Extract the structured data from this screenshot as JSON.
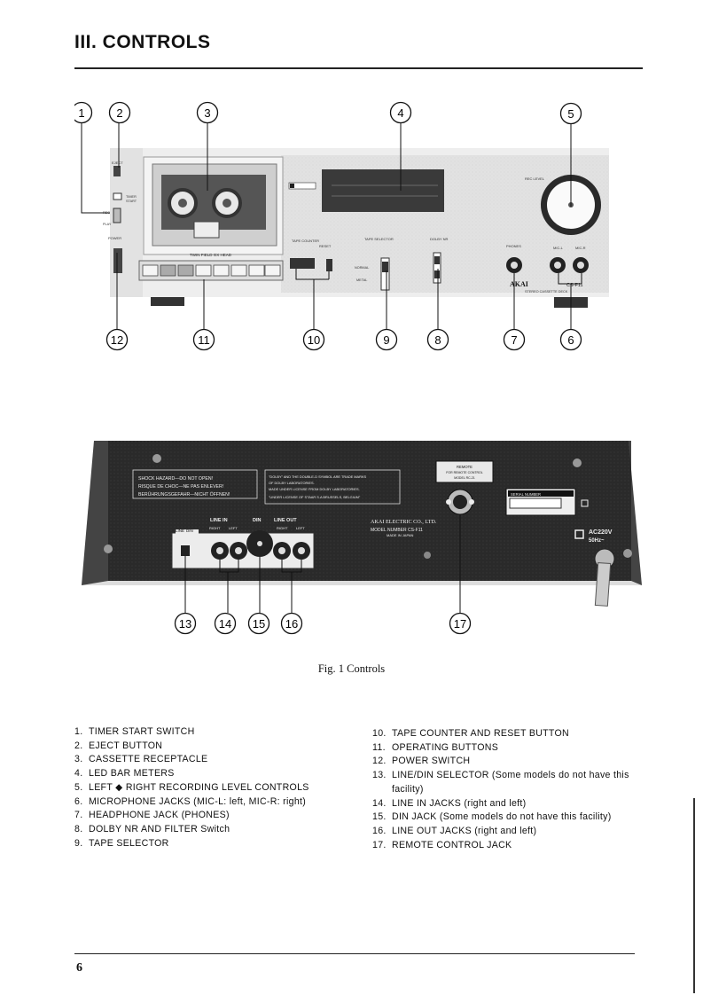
{
  "header": {
    "title": "III. CONTROLS"
  },
  "figure": {
    "caption": "Fig. 1 Controls",
    "front_callouts": [
      "1",
      "2",
      "3",
      "4",
      "5",
      "12",
      "11",
      "10",
      "9",
      "8",
      "7",
      "6"
    ],
    "rear_callouts": [
      "13",
      "14",
      "15",
      "16",
      "17"
    ],
    "front_panel": {
      "eject": "EJECT",
      "timer": "TIMER\nSTART",
      "rec": "REC",
      "play": "PLAY",
      "power": "POWER",
      "twin_field": "TWIN FIELD GX HEAD",
      "tape_counter": "TAPE COUNTER",
      "reset": "RESET",
      "tape_selector": "TAPE SELECTOR",
      "normal": "NORMAL",
      "metal": "METAL",
      "dolby_nr": "DOLBY NR",
      "phones": "PHONES",
      "mic_l": "MIC-L",
      "mic_r": "MIC-R",
      "rec_level": "REC LEVEL",
      "brand": "AKAI",
      "model": "CS-F11",
      "deck_desc": "STEREO CASSETTE DECK"
    },
    "rear_panel": {
      "warning_1": "SHOCK HAZARD—DO NOT OPEN!",
      "warning_2": "RISQUE DE CHOC—NE PAS ENLEVER!",
      "warning_3": "BERÜHRUNGSGEFAHR—NICHT ÖFFNEN!",
      "dolby_1": "\"DOLBY\" AND THE DOUBLE-D SYMBOL ARE TRADE MARKS",
      "dolby_2": "OF DOLBY LABORATORIES.",
      "dolby_3": "MADE UNDER LICENSE FROM DOLBY LABORATORIES.",
      "dolby_4": "\"UNDER LICENSE OF STAAR S.A BRUSSELS, BELGIUM\"",
      "remote_1": "REMOTE",
      "remote_2": "FOR REMOTE CONTROL",
      "remote_3": "MODEL RC-21",
      "serial": "SERIAL NUMBER",
      "maker": "AKAI ELECTRIC CO., LTD.",
      "model_number": "MODEL NUMBER CS-F11",
      "made_in": "MADE IN JAPAN",
      "line": "LINE",
      "din": "DIN",
      "line_in": "LINE IN",
      "din_label": "DIN",
      "line_out": "LINE OUT",
      "right": "RIGHT",
      "left": "LEFT",
      "power": "AC220V",
      "freq": "50Hz~"
    }
  },
  "list_left": [
    {
      "num": "1.",
      "text": "TIMER START SWITCH"
    },
    {
      "num": "2.",
      "text": "EJECT BUTTON"
    },
    {
      "num": "3.",
      "text": "CASSETTE RECEPTACLE"
    },
    {
      "num": "4.",
      "text": "LED BAR METERS"
    },
    {
      "num": "5.",
      "text": "LEFT ◆ RIGHT RECORDING LEVEL CONTROLS"
    },
    {
      "num": "6.",
      "text": "MICROPHONE JACKS (MIC-L: left, MIC-R: right)"
    },
    {
      "num": "7.",
      "text": "HEADPHONE JACK (PHONES)"
    },
    {
      "num": "8.",
      "text": "DOLBY NR AND FILTER Switch"
    },
    {
      "num": "9.",
      "text": "TAPE SELECTOR"
    }
  ],
  "list_right": [
    {
      "num": "10.",
      "text": "TAPE COUNTER AND RESET BUTTON"
    },
    {
      "num": "11.",
      "text": "OPERATING BUTTONS"
    },
    {
      "num": "12.",
      "text": "POWER SWITCH"
    },
    {
      "num": "13.",
      "text": "LINE/DIN SELECTOR (Some models do not have this facility)"
    },
    {
      "num": "14.",
      "text": "LINE IN JACKS (right and left)"
    },
    {
      "num": "15.",
      "text": "DIN JACK (Some models do not have this facility)"
    },
    {
      "num": "16.",
      "text": "LINE OUT JACKS (right and left)"
    },
    {
      "num": "17.",
      "text": "REMOTE CONTROL JACK"
    }
  ],
  "footer": {
    "page_number": "6"
  }
}
